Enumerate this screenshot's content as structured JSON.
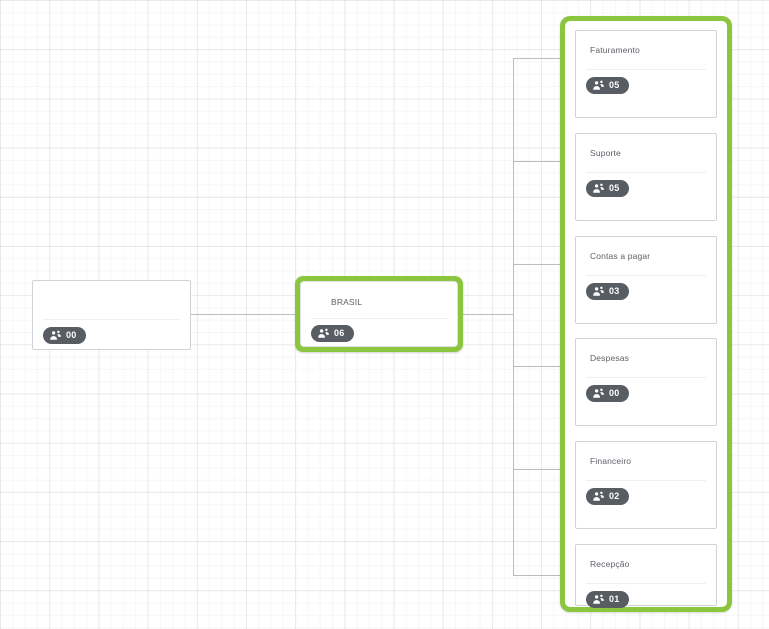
{
  "app": {
    "view": "organization-chart",
    "accent_green": "#8CC63F",
    "badge_bg": "#585c63",
    "node_border": "#cfd2d6",
    "connector_color": "#b9bcc0",
    "text_color": "#5b5f66",
    "canvas_bg": "#ffffff",
    "grid_color": "#eaeaea"
  },
  "badge_icon_name": "users-group-icon",
  "nodes": {
    "root": {
      "title": "",
      "count": "00",
      "selected": false
    },
    "country": {
      "title": "BRASIL",
      "count": "06",
      "selected": true
    }
  },
  "group": {
    "selected": true,
    "children": [
      {
        "title": "Faturamento",
        "count": "05"
      },
      {
        "title": "Suporte",
        "count": "05"
      },
      {
        "title": "Contas a pagar",
        "count": "03"
      },
      {
        "title": "Despesas",
        "count": "00"
      },
      {
        "title": "Financeiro",
        "count": "02"
      },
      {
        "title": "Recepção",
        "count": "01"
      }
    ]
  }
}
